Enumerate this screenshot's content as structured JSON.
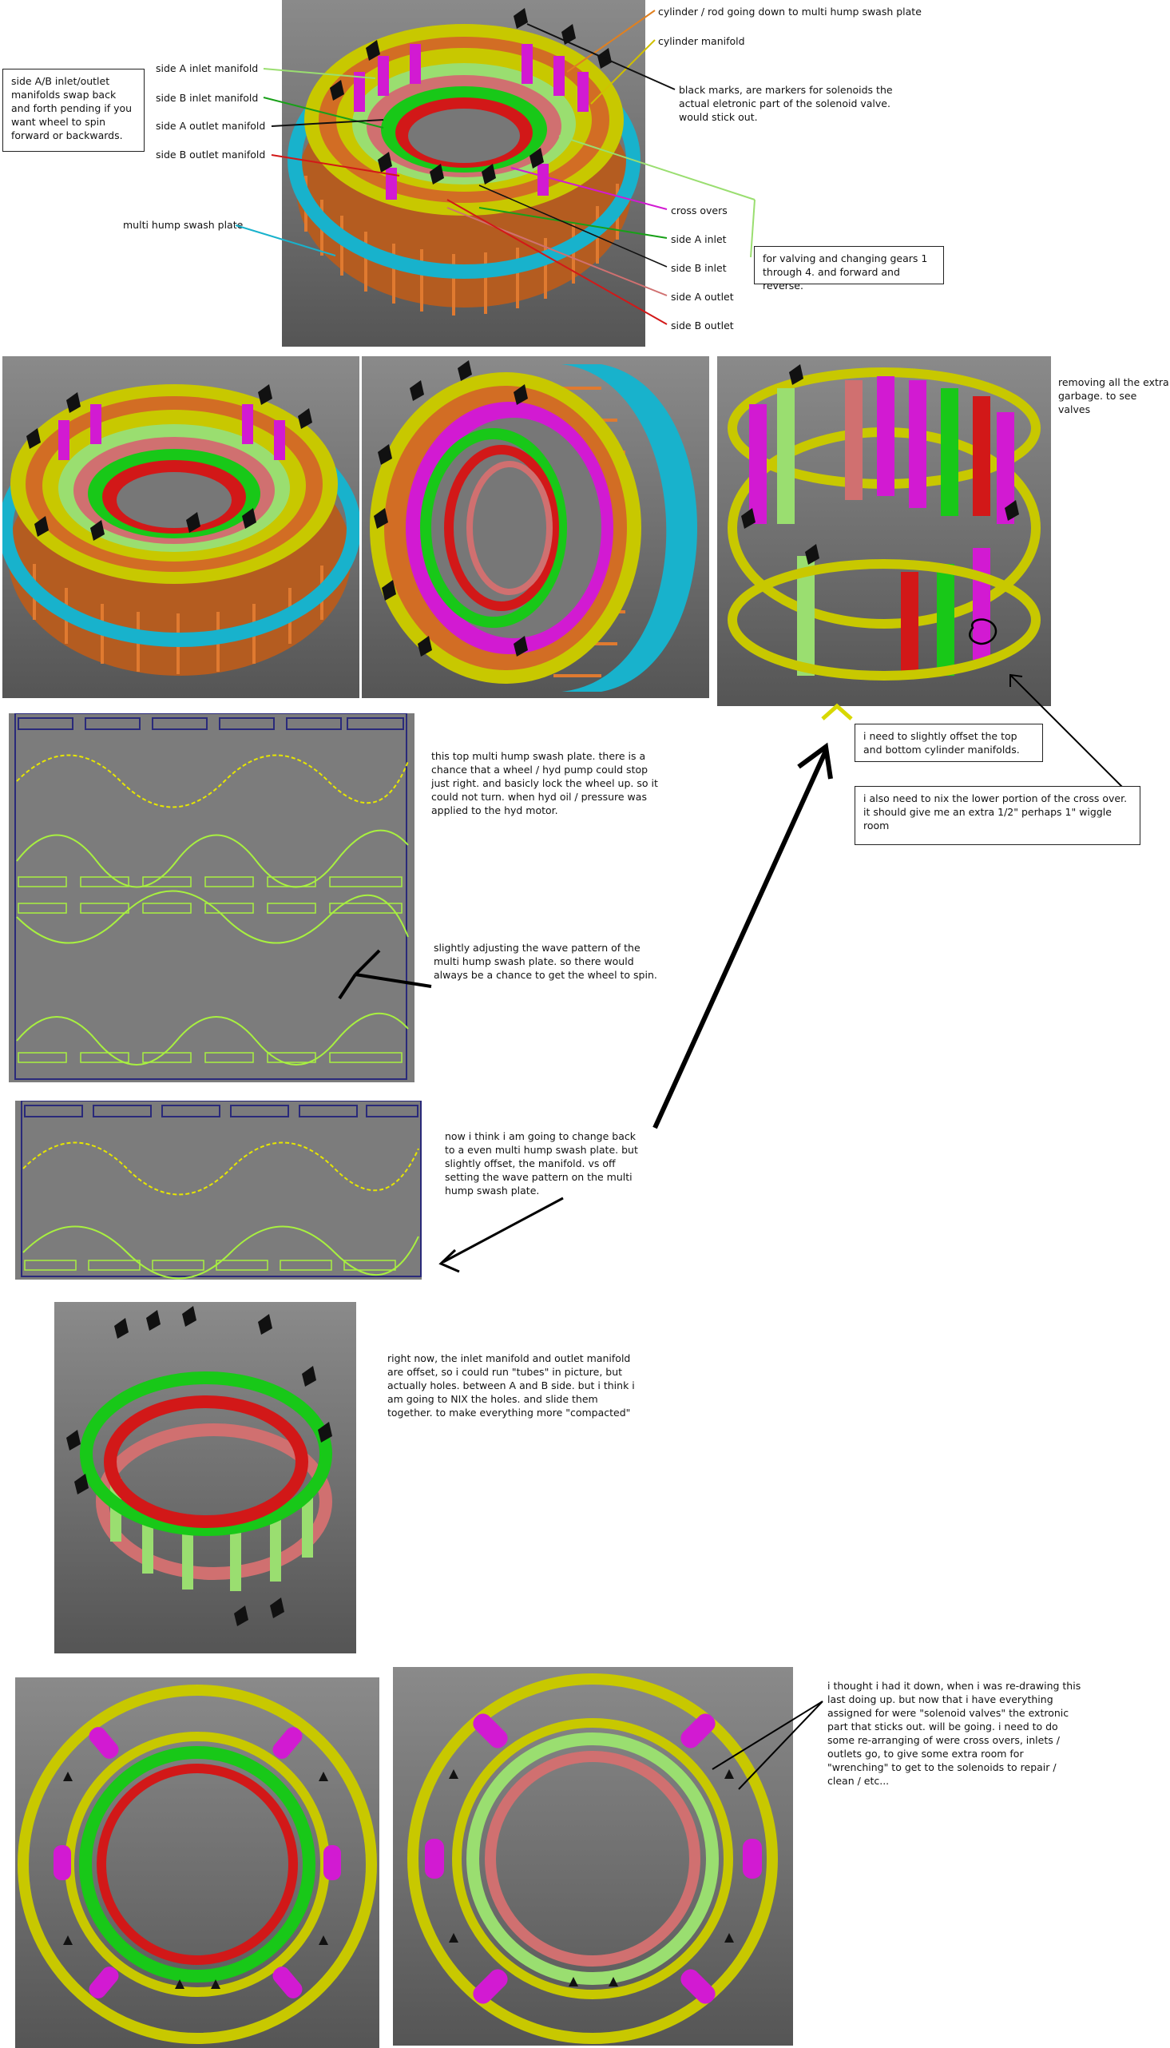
{
  "colors": {
    "yellow": "#c8c800",
    "cyan": "#18b2cc",
    "orange": "#d26d24",
    "magenta": "#d21ad2",
    "green": "#18c818",
    "red": "#d21818",
    "pink": "#d07070",
    "lightgreen": "#9ade70",
    "black": "#111111",
    "navy": "#2a2a7a",
    "wave_yellow": "#e6e600",
    "wave_green": "#a8f040"
  },
  "top_figure": {
    "side_note": "side A/B inlet/outlet manifolds swap back and forth pending if you want wheel to spin forward or backwards.",
    "labels_left": [
      "side A inlet manifold",
      "side B inlet manifold",
      "side A outlet manifold",
      "side B outlet manifold",
      "multi hump swash plate"
    ],
    "labels_right_top": [
      "cylinder / rod going down to multi hump swash plate",
      "cylinder manifold"
    ],
    "black_marks_note": "black marks, are markers for solenoids the actual eletronic part of the solenoid valve. would stick out.",
    "labels_right_bottom": [
      "cross overs",
      "side A inlet",
      "side B inlet",
      "side A outlet",
      "side B outlet"
    ],
    "valving_note": "for valving and changing gears 1 through 4.  and forward and reverse."
  },
  "row2": {
    "removing_note": "removing all the extra garbage. to see valves",
    "offset_note": "i need to slightly offset the top and bottom cylinder manifolds.",
    "nix_note": "i also need to nix the lower portion of the cross over. it should give me an extra 1/2\" perhaps 1\" wiggle room"
  },
  "wave_section": {
    "note1": "this top multi hump swash plate. there is a chance that a wheel / hyd pump could stop just right. and basicly lock the wheel up. so it could not turn.  when hyd oil / pressure was applied to the hyd motor.",
    "note2": "slightly adjusting the wave pattern of the multi hump swash plate. so there would always be a chance to get the wheel to spin.",
    "note3": "now i think i am going to change back to a even multi hump swash plate. but slightly offset, the manifold. vs off setting the wave pattern on the multi hump swash plate."
  },
  "ring_section": {
    "note": "right now, the inlet manifold and outlet manifold are offset, so i could run \"tubes\" in picture, but actually holes.  between A and B side. but i think i am going to NIX the holes. and slide them together. to make everything more \"compacted\""
  },
  "bottom_section": {
    "note": "i thought i had it down, when i was re-drawing this last doing up.  but now that i have everything assigned for were \"solenoid valves\" the extronic part that sticks out. will be going. i need to do some re-arranging of were cross overs, inlets / outlets go, to give some extra room for \"wrenching\" to get to the solenoids to repair / clean / etc..."
  }
}
